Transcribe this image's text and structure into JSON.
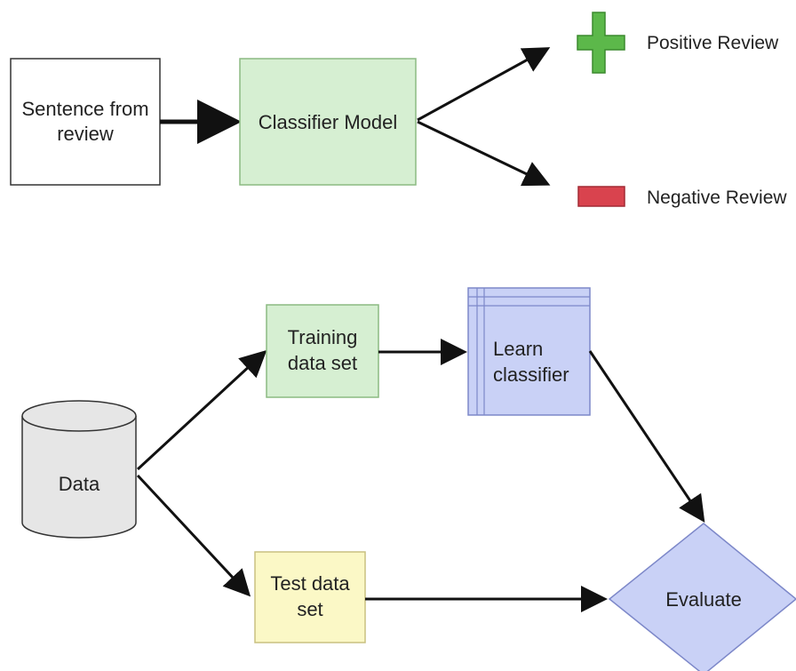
{
  "top_flow": {
    "sentence_box": {
      "line1": "Sentence from",
      "line2": "review"
    },
    "classifier_box": {
      "label": "Classifier Model"
    },
    "positive": {
      "label": "Positive Review",
      "icon": "plus-icon",
      "color": "#5cb84a"
    },
    "negative": {
      "label": "Negative Review",
      "icon": "red-bar-icon",
      "color": "#d9434e"
    }
  },
  "bottom_flow": {
    "data": {
      "label": "Data"
    },
    "training": {
      "line1": "Training",
      "line2": "data set"
    },
    "learn": {
      "line1": "Learn",
      "line2": "classifier"
    },
    "test": {
      "line1": "Test data",
      "line2": "set"
    },
    "evaluate": {
      "label": "Evaluate"
    }
  },
  "colors": {
    "green_fill": "#d6efd2",
    "green_stroke": "#8cba82",
    "blue_fill": "#c9d1f6",
    "blue_stroke": "#7d88c9",
    "yellow_fill": "#fbf8c6",
    "yellow_stroke": "#c9c080",
    "gray_fill": "#e6e6e6"
  }
}
